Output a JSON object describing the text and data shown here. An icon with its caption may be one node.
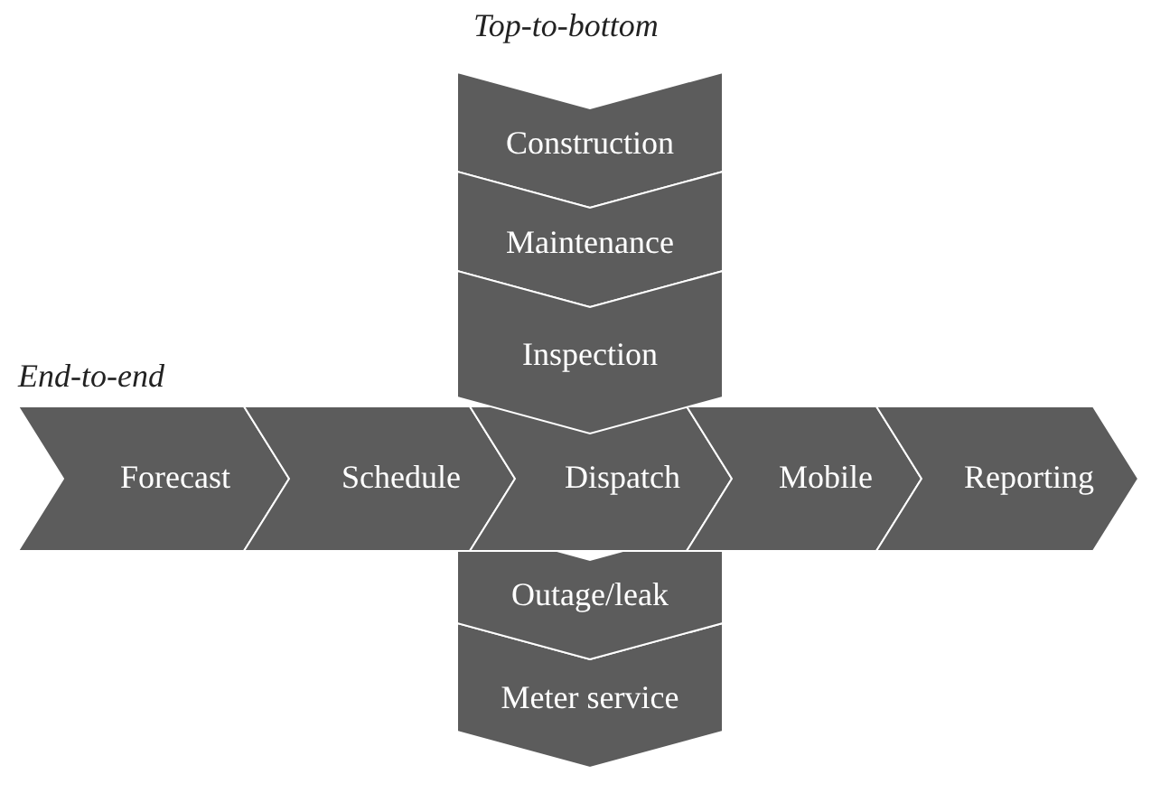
{
  "diagram": {
    "nodes": [
      {
        "text": [
          "Construction"
        ]
      },
      {
        "text": [
          "Maintenance"
        ]
      },
      {
        "text": [
          "Inspection"
        ]
      },
      {
        "text": [
          "Forecast"
        ]
      },
      {
        "text": [
          "Schedule"
        ]
      },
      {
        "text": [
          "Dispatch"
        ]
      },
      {
        "text": [
          "Mobile"
        ]
      },
      {
        "text": [
          "Reporting"
        ]
      },
      {
        "text": [
          "Outage/leak"
        ]
      },
      {
        "text": [
          "Meter service"
        ]
      }
    ],
    "labels": [
      "Top-to-bottom",
      "End-to-end"
    ]
  }
}
